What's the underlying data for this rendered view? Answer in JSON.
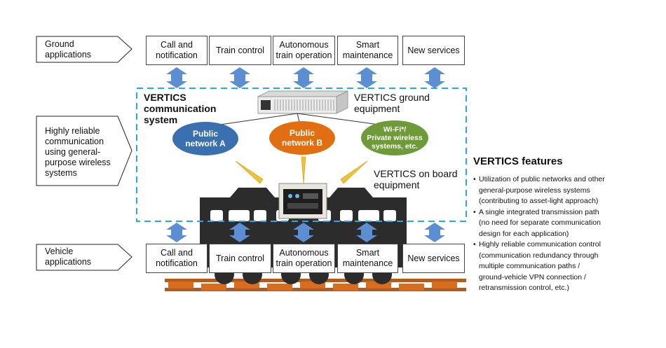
{
  "ground_label": "Ground\napplications",
  "reliable_label": "Highly reliable\ncommunication\nusing general-\npurpose wireless\nsystems",
  "vehicle_label": "Vehicle\napplications",
  "ground_apps": [
    "Call and\nnotification",
    "Train control",
    "Autonomous\ntrain operation",
    "Smart\nmaintenance",
    "New services"
  ],
  "vehicle_apps": [
    "Call and\nnotification",
    "Train control",
    "Autonomous\ntrain operation",
    "Smart\nmaintenance",
    "New services"
  ],
  "system_title": "VERTICS\ncommunication\nsystem",
  "ground_equipment_label": "VERTICS ground\nequipment",
  "onboard_equipment_label": "VERTICS on board\nequipment",
  "networks": [
    {
      "label": "Public\nnetwork A",
      "color": "#3a6fb0"
    },
    {
      "label": "Public\nnetwork B",
      "color": "#e26e12"
    },
    {
      "label": "Wi-Fi*/\nPrivate wireless\nsystems, etc.",
      "color": "#6e9a3a"
    }
  ],
  "features": {
    "title": "VERTICS features",
    "items": [
      {
        "first": "Utilization of public networks and other",
        "rest": [
          "general-purpose wireless systems",
          "(contributing to asset-light approach)"
        ]
      },
      {
        "first": "A single integrated transmission path",
        "rest": [
          "(no need for separate communication",
          "design for each application)"
        ]
      },
      {
        "first": "Highly reliable communication control",
        "rest": [
          "(communication redundancy through",
          "multiple communication paths /",
          "ground-vehicle VPN connection /",
          "retransmission control, etc.)"
        ]
      }
    ]
  },
  "colors": {
    "arrow": "#5b8fd2",
    "dash": "#2fa6e0",
    "train": "#2c2c2c",
    "sleeper": "#d96d1f",
    "beam": "#f2c230"
  }
}
